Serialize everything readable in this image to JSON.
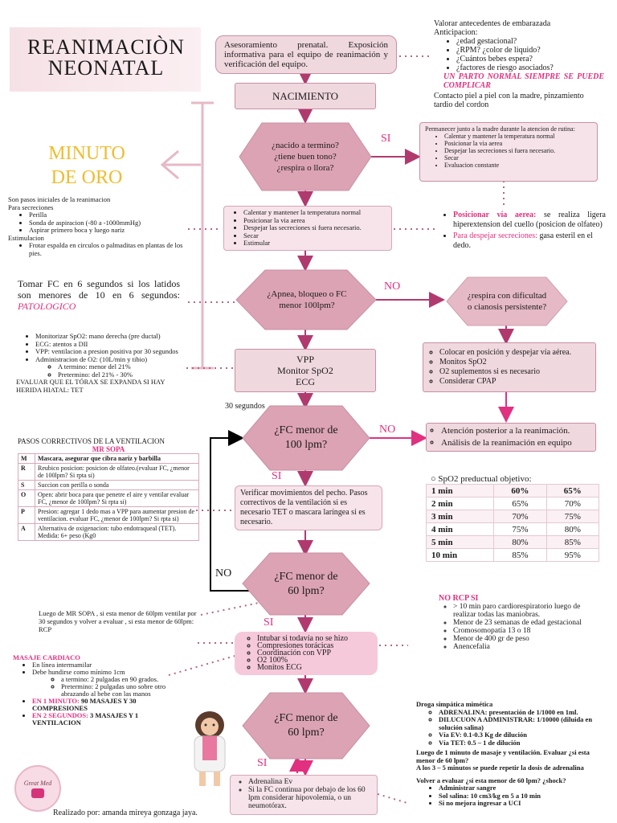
{
  "title": {
    "line1": "REANIMACIÒN",
    "line2": "NEONATAL"
  },
  "minuto_de_oro": {
    "line1": "MINUTO",
    "line2": "DE ORO"
  },
  "prenatal_box": "Asesoramiento prenatal. Exposición informativa para el equipo de reanimación y verificación del equipo.",
  "antecedentes": {
    "heading": "Valorar antecedentes de embarazada",
    "sub": "Anticipacion:",
    "items": [
      "¿edad gestacional?",
      "¿RPM? ¿color de liquido?",
      "¿Cuántos bebes espera?",
      "¿factores de riesgo asociados?"
    ],
    "warning": "UN PARTO NORMAL SIEMPRE SE PUEDE COMPLICAR",
    "contacto": "Contacto piel a piel con la madre, pinzamiento tardio del cordon"
  },
  "nacimiento": "NACIMIENTO",
  "d1": {
    "l1": "¿nacido a termino?",
    "l2": "¿tiene buen tono?",
    "l3": "¿respira o llora?"
  },
  "si1": "SI",
  "madre_box": {
    "heading": "Permanecer junto a la madre durante la atencion de rutina:",
    "items": [
      "Calentar y mantener la temperatura normal",
      "Posicionar la via aerea",
      "Despejar las secreciones si fuera necesario.",
      "Secar",
      "Evaluacion constante"
    ]
  },
  "pasos_iniciales": {
    "heading": "Son pasos iniciales de la reanimacion",
    "sec": "Para secreciones",
    "items": [
      "Perilla",
      "Sonda de aspiracion  (-80 a -1000mmHg)",
      "Aspirar primero boca y luego nariz"
    ],
    "estim": "Estimulacion",
    "estim_item": "Frotar espalda en circulos o palmaditas en plantas de los pies."
  },
  "steps_box": {
    "items": [
      "Calentar y mantener la temperatura normal",
      "Posicionar la via aerea",
      "Despejar las secreciones si fuera necesario.",
      "Secar",
      "Estimular"
    ]
  },
  "via_aerea": {
    "t1": "Posicionar vía aerea:",
    "d1": " se realiza ligera hiperextension del cuello (posicion de olfateo)",
    "t2": "Para despejar secreciones:",
    "d2": " gasa esteril en el dedo."
  },
  "fc_note": {
    "text": "Tomar FC en 6 segundos si los latidos son menores de 10 en 6 segundos: ",
    "em": "PATOLOGICO"
  },
  "d2": {
    "l1": "¿Apnea, bloqueo o FC",
    "l2": "menor 100lpm?"
  },
  "no1": "NO",
  "d3": {
    "l1": "¿respira con dificultad",
    "l2": "o cianosis persistente?"
  },
  "monitor": {
    "items": [
      "Monitorizar SpO2: mano derecha (pre ductal)",
      "ECG:  atentos a DII",
      "VPP:  ventilacion a presion positiva por 30 segundos",
      "Administracion de O2: (10L/min y tibio)"
    ],
    "sub": [
      "A termino: menor del 21%",
      "Pretermino: del 21% - 30%"
    ],
    "torax": "EVALUAR QUE EL TÓRAX SE EXPANDA SI HAY HERIDA HIATAL: TET"
  },
  "vpp_box": {
    "l1": "VPP",
    "l2": "Monitor SpO2",
    "l3": "ECG"
  },
  "cpap_box": {
    "items": [
      "Colocar en posición y despejar vía aérea.",
      "Monitos SpO2",
      "O2 suplementos si es necesario",
      "Considerar CPAP"
    ]
  },
  "treinta": "30 segundos",
  "d4": {
    "l1": "¿FC menor de",
    "l2": "100 lpm?"
  },
  "no2": "NO",
  "atencion_box": {
    "items": [
      "Atención posterior a la reanimación.",
      "Análisis de la reanimación en equipo"
    ]
  },
  "mr_sopa": {
    "heading": "PASOS CORRECTIVOS DE LA VENTILACION",
    "sub": "MR SOPA",
    "rows": [
      {
        "k": "M",
        "v": "Mascara, asegurar que cibra nariz y barbilla"
      },
      {
        "k": "R",
        "v": "Reubico posicion: posicion de olfateo.(evaluar FC, ¿menor de 100lpm? Si rpta si)"
      },
      {
        "k": "S",
        "v": "Succion con perilla o sonda"
      },
      {
        "k": "O",
        "v": "Open: abrir boca para que penetre el aire y ventilar evaluar FC, ¿menor de 100lpm? Si rpta si)"
      },
      {
        "k": "P",
        "v": "Presion: agregar 1 dedo mas a VPP para aumentar presion de ventilacion. evaluar FC, ¿menor de 100lpm? Si rpta si)"
      },
      {
        "k": "A",
        "v": "Alternativa de oxigenacion: tubo endotraqueal (TET). Medida: 6+ peso (Kg0"
      }
    ]
  },
  "si2": "SI",
  "verificar_box": "Verificar movimientos del pecho. Pasos correctivos de la ventilación si es necesario TET o mascara laríngea si es necesario.",
  "spo2": {
    "heading": "SpO2 preductual objetivo:",
    "rows": [
      [
        "1 min",
        "60%",
        "65%"
      ],
      [
        "2 min",
        "65%",
        "70%"
      ],
      [
        "3 min",
        "70%",
        "75%"
      ],
      [
        "4 min",
        "75%",
        "80%"
      ],
      [
        "5 min",
        "80%",
        "85%"
      ],
      [
        "10 min",
        "85%",
        "95%"
      ]
    ]
  },
  "no3": "NO",
  "d5": {
    "l1": "¿FC menor de",
    "l2": "60 lpm?"
  },
  "no_rcp": {
    "heading": "NO RCP SI",
    "items": [
      "> 10 min paro cardiorespiratorio luego de realizar todas las maniobras.",
      "Menor de 23 semanas de edad gestacional",
      "Cromosomopatía 13 o 18",
      "Menor de 400 gr de peso",
      "Anencefalia"
    ]
  },
  "luego_mr": "Luego de MR SOPA , si  esta menor de 60lpm ventilar por 30 segundos y volver a evaluar , si  esta menor de 60lpm: RCP",
  "si3": "SI",
  "intubar_box": {
    "items": [
      "Intubar si todavía no se hizo",
      "Compresiones torácicas",
      "Coordinación con VPP",
      "O2 100%",
      "Monitos ECG"
    ]
  },
  "masaje": {
    "heading": "MASAJE CARDIACO",
    "items": [
      "En línea intermamilar",
      "Debe hundirse como mínimo 1cm"
    ],
    "sub": [
      "a termino: 2 pulgadas en 90 grados.",
      "Pretermino: 2 pulgadas uno sobre otro abrazando al bebe con las manos"
    ],
    "b1a": "EN 1 MINUTO:",
    "b1b": " 90 MASAJES Y 30 COMPRESIONES",
    "b2a": "EN 2 SEGUNDOS:",
    "b2b": "  3 MASAJES Y 1 VENTILACION"
  },
  "d6": {
    "l1": "¿FC menor de",
    "l2": "60 lpm?"
  },
  "si4": "SI",
  "adrenalina_box": {
    "items": [
      "Adrenalina Ev",
      "Si la FC continua por debajo de los 60 lpm considerar hipovolemia, o un neumotórax."
    ]
  },
  "droga": {
    "heading": "Droga simpática mimética",
    "items": [
      "ADRENALINA: presentación de 1/1000 en 1ml.",
      "DILUCUON A ADMINISTRAR: 1/10000 (diluida en solución salina)",
      "Vía EV: 0.1-0.3 Kg de dilución",
      "Vía TET: 0.5 – 1 de dilución"
    ],
    "luego": "Luego de 1 minuto de masaje y ventilación. Evaluar ¿si esta menor de 60 lpm?",
    "repetir": "A los 3 – 5 minutos se puede repetir la dosis de adrenalina",
    "volver": "Volver a evaluar ¿si esta menor de 60 lpm? ¿shock?",
    "v_items": [
      "Administrar sangre",
      "Sol salina: 10 cm3/kg en 5 a 10 min",
      "Si no mejora ingresar a UCI"
    ]
  },
  "logo": "Great Med",
  "author": "Realizado por: amanda mireya gonzaga jaya.",
  "colors": {
    "accent": "#d6337a",
    "box": "#f0d8df",
    "diamond": "#dca3b4",
    "arrow": "#b03a6e"
  }
}
